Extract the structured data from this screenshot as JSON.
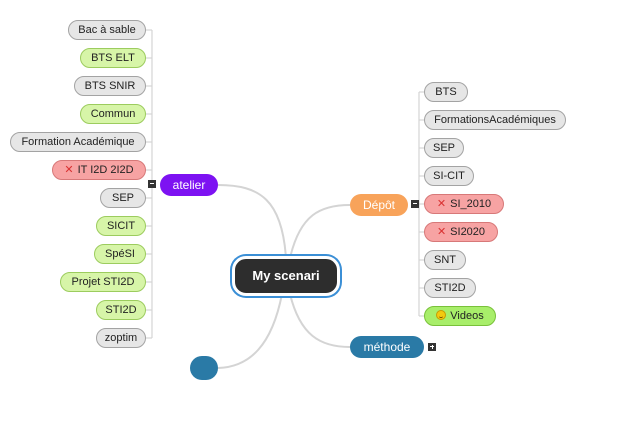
{
  "root": {
    "label": "My scenari"
  },
  "atelier": {
    "label": "atelier",
    "toggle": "minus",
    "children": [
      {
        "label": "Bac à sable",
        "color": "gray"
      },
      {
        "label": "BTS ELT",
        "color": "green"
      },
      {
        "label": "BTS SNIR",
        "color": "gray"
      },
      {
        "label": "Commun",
        "color": "green"
      },
      {
        "label": "Formation Académique",
        "color": "gray"
      },
      {
        "label": "IT I2D 2I2D",
        "color": "red",
        "icon": "red-x-icon"
      },
      {
        "label": "SEP",
        "color": "gray"
      },
      {
        "label": "SICIT",
        "color": "green"
      },
      {
        "label": "SpéSI",
        "color": "green"
      },
      {
        "label": "Projet STI2D",
        "color": "green"
      },
      {
        "label": "STI2D",
        "color": "green"
      },
      {
        "label": "zoptim",
        "color": "gray"
      }
    ]
  },
  "depot": {
    "label": "Dépôt",
    "toggle": "minus",
    "children": [
      {
        "label": "BTS",
        "color": "gray"
      },
      {
        "label": "FormationsAcadémiques",
        "color": "gray"
      },
      {
        "label": "SEP",
        "color": "gray"
      },
      {
        "label": "SI-CIT",
        "color": "gray"
      },
      {
        "label": "SI_2010",
        "color": "red",
        "icon": "red-x-icon"
      },
      {
        "label": "SI2020",
        "color": "red",
        "icon": "red-x-icon"
      },
      {
        "label": "SNT",
        "color": "gray"
      },
      {
        "label": "STI2D",
        "color": "gray"
      },
      {
        "label": "Videos",
        "color": "lime",
        "icon": "smiley-icon"
      }
    ]
  },
  "methode": {
    "label": "méthode",
    "toggle": "plus"
  },
  "unnamed_node": {
    "label": ""
  },
  "colors": {
    "gray": "#e6e6e6",
    "green": "#d7f5a8",
    "red": "#f7a3a3",
    "lime": "#a8ee6a",
    "purple": "#7d12f2",
    "orange": "#f8a35a",
    "teal": "#2a7aa6",
    "root": "#2d2d2d",
    "root_outline": "#3b8fd6",
    "connector": "#d4d4d4"
  }
}
